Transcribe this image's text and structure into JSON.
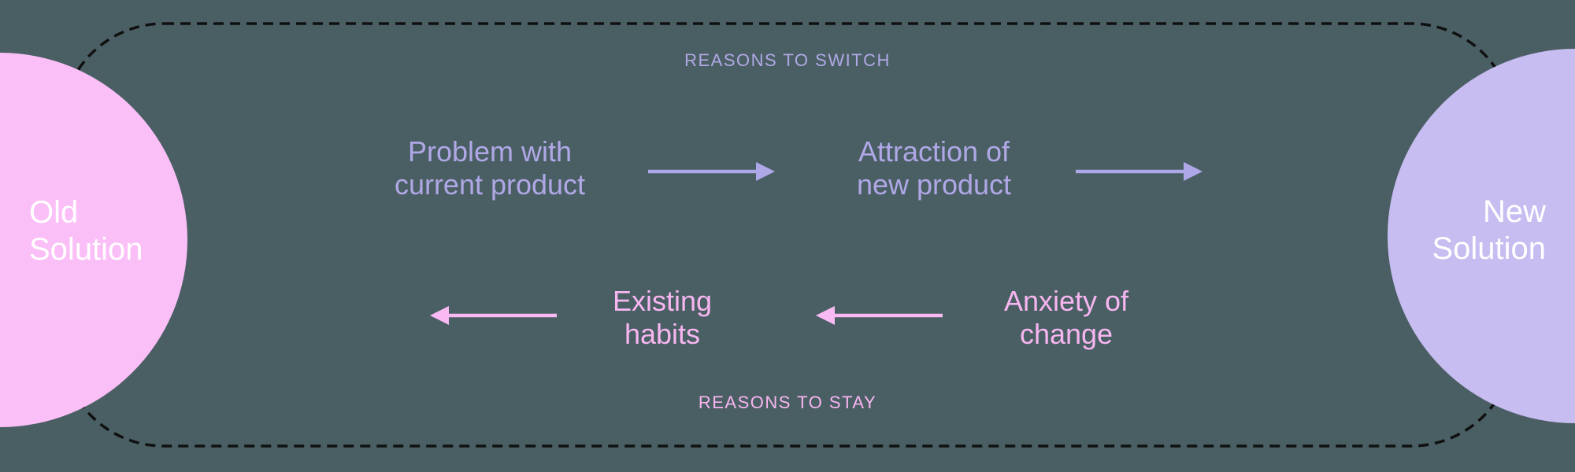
{
  "colors": {
    "bg": "#4A5F64",
    "border": "#101010",
    "old-circle": "#FBBFF7",
    "new-circle": "#C7BDF1",
    "circle-text": "#FFFFFF",
    "switch-text": "#B0A8E6",
    "switch-arrow": "#AEA7E8",
    "stay-text": "#F8B6F1",
    "stay-arrow": "#F9BAF3"
  },
  "diagram": {
    "top_label": "REASONS TO SWITCH",
    "bottom_label": "REASONS TO STAY",
    "old_solution": "Old\nSolution",
    "new_solution": "New\nSolution",
    "switch_flow": {
      "step1": "Problem with\ncurrent product",
      "step2": "Attraction of\nnew product"
    },
    "stay_flow": {
      "step1": "Anxiety of\nchange",
      "step2": "Existing\nhabits"
    }
  }
}
